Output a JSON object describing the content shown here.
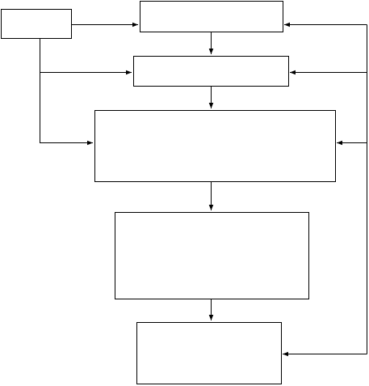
{
  "diagram": {
    "type": "flowchart",
    "style": {
      "line_color": "#000000",
      "box_fill": "#ffffff",
      "background": "#ffffff"
    },
    "nodes": [
      {
        "id": "input",
        "label": ""
      },
      {
        "id": "box1",
        "label": ""
      },
      {
        "id": "box2",
        "label": ""
      },
      {
        "id": "box3",
        "label": ""
      },
      {
        "id": "box4",
        "label": ""
      },
      {
        "id": "box5",
        "label": ""
      }
    ],
    "edges": [
      {
        "from": "input",
        "to": "box1"
      },
      {
        "from": "input",
        "to": "box2"
      },
      {
        "from": "input",
        "to": "box3"
      },
      {
        "from": "box1",
        "to": "box2"
      },
      {
        "from": "box2",
        "to": "box3"
      },
      {
        "from": "box3",
        "to": "box4"
      },
      {
        "from": "box4",
        "to": "box5"
      },
      {
        "from": "feedback-bus",
        "to": "box1"
      },
      {
        "from": "feedback-bus",
        "to": "box2"
      },
      {
        "from": "feedback-bus",
        "to": "box3"
      },
      {
        "from": "feedback-bus",
        "to": "box5"
      }
    ]
  }
}
